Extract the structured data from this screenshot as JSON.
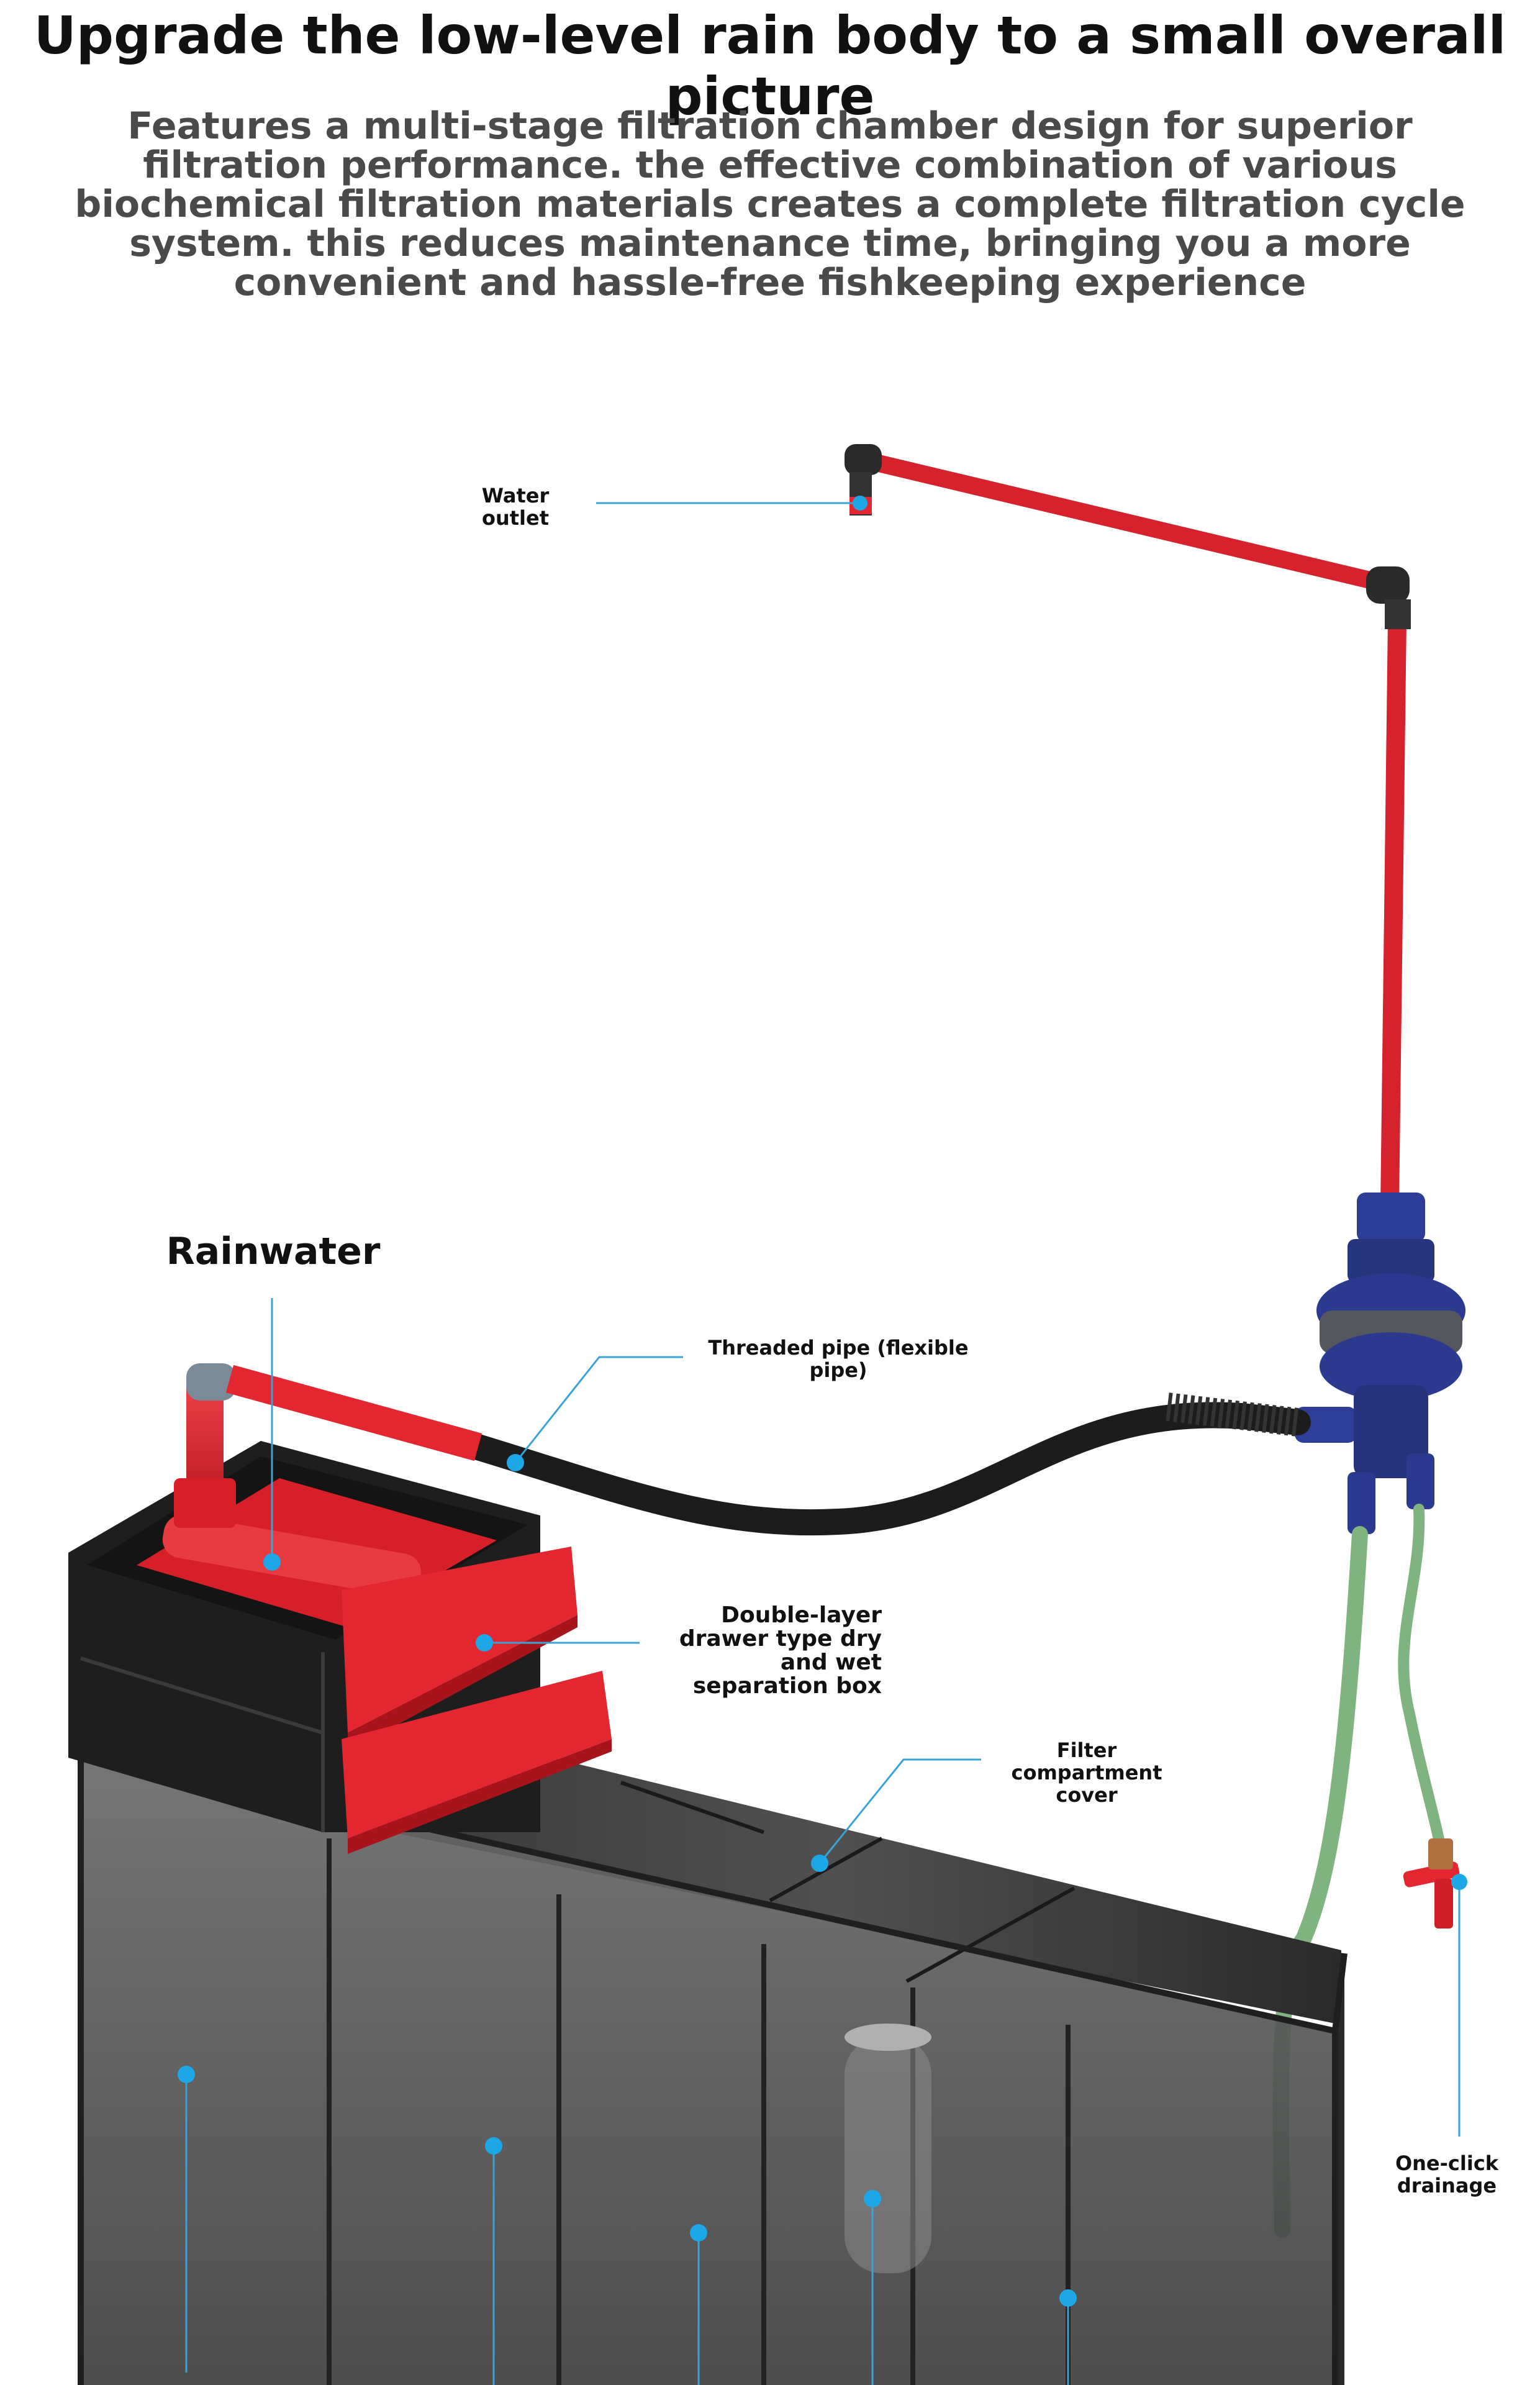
{
  "header": {
    "title": "Upgrade the low-level rain body to a small overall picture",
    "subtitle": "Features a multi-stage filtration chamber design for superior filtration performance. the effective combination of various biochemical filtration materials creates a complete filtration cycle system. this reduces maintenance time, bringing you a more convenient and hassle-free fishkeeping experience"
  },
  "labels": {
    "water_outlet": "Water outlet",
    "rainwater": "Rainwater",
    "threaded_pipe": "Threaded pipe (flexible pipe)",
    "drawer_box": "Double-layer drawer type dry and wet separation box",
    "filter_cover": "Filter compartment cover",
    "one_click_drainage": "One-click drainage"
  },
  "colors": {
    "accent_line": "#3aa3d6",
    "pipe_red": "#e32630",
    "tank_dark": "#3c3c3c",
    "hose_green": "#7fb37f",
    "pump_blue": "#2b3a8f"
  }
}
